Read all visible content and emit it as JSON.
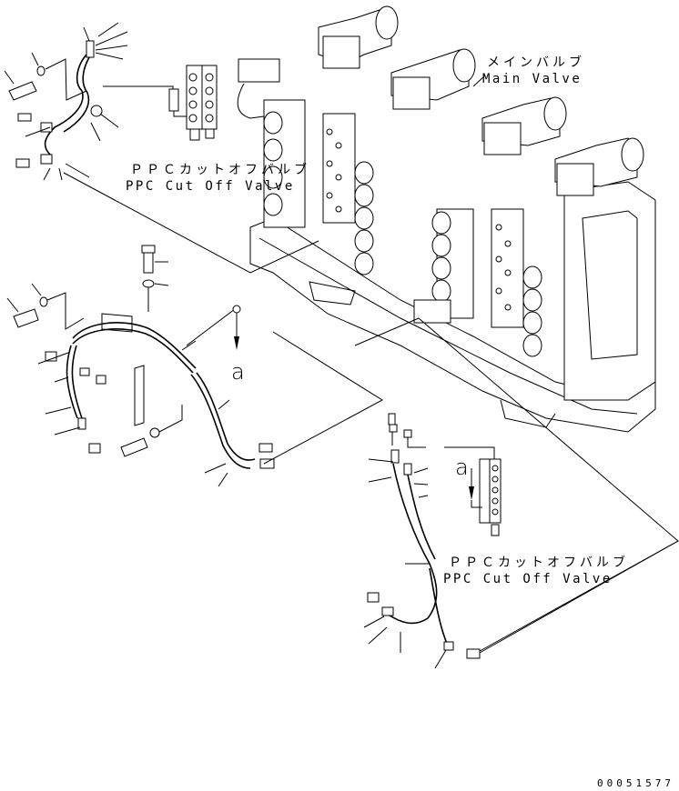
{
  "diagram": {
    "type": "exploded parts diagram",
    "labels": {
      "main_valve_jp": "メインバルブ",
      "main_valve_en": "Main Valve",
      "ppc_cutoff_upper_jp": "ＰＰＣカットオフバルブ",
      "ppc_cutoff_upper_en": "PPC Cut Off Valve",
      "ppc_cutoff_lower_jp": "ＰＰＣカットオフバルブ",
      "ppc_cutoff_lower_en": "PPC Cut Off Valve",
      "view_a_upper": "a",
      "view_a_lower": "a"
    },
    "document_number": "00051577",
    "colors": {
      "line": "#000000",
      "background": "#ffffff"
    }
  }
}
